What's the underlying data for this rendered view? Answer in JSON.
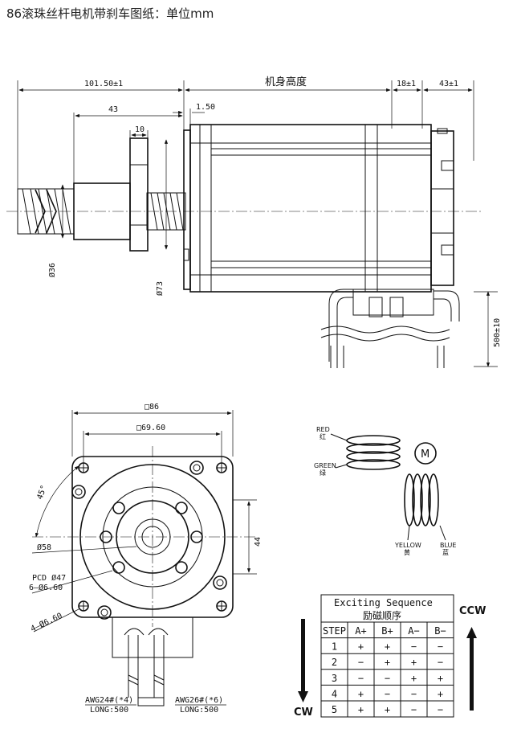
{
  "page_title": "86滚珠丝杆电机带刹车图纸：单位mm",
  "side_view": {
    "dim_total_left": "101.50±1",
    "dim_nut_len": "43",
    "dim_flange": "10",
    "dim_gap": "1.50",
    "dim_body": "机身高度",
    "dim_brake": "18±1",
    "dim_rear": "43±1",
    "dim_dia_nut": "Ø36",
    "dim_dia_flange": "Ø73",
    "dim_lead": "500±10"
  },
  "front_view": {
    "dim_square": "□86",
    "dim_bolt_sq": "□69.60",
    "dim_angle": "45°",
    "dim_pilot": "Ø58",
    "dim_pcd": "PCD Ø47",
    "dim_holes": "6—Ø6.60",
    "dim_mount": "4—Ø6.60",
    "dim_height": "44",
    "wire_left": "AWG24#(*4)",
    "wire_left_len": "LONG:500",
    "wire_right": "AWG26#(*6)",
    "wire_right_len": "LONG:500"
  },
  "wiring": {
    "red": "RED",
    "red_cn": "红",
    "green": "GREEN",
    "green_cn": "绿",
    "yellow": "YELLOW",
    "yellow_cn": "黄",
    "blue": "BLUE",
    "blue_cn": "蓝",
    "motor": "M"
  },
  "sequence": {
    "title": "Exciting Sequence",
    "title_cn": "励磁顺序",
    "ccw": "CCW",
    "cw": "CW",
    "headers": [
      "STEP",
      "A+",
      "B+",
      "A−",
      "B−"
    ],
    "rows": [
      [
        "1",
        "+",
        "+",
        "−",
        "−"
      ],
      [
        "2",
        "−",
        "+",
        "+",
        "−"
      ],
      [
        "3",
        "−",
        "−",
        "+",
        "+"
      ],
      [
        "4",
        "+",
        "−",
        "−",
        "+"
      ],
      [
        "5",
        "+",
        "+",
        "−",
        "−"
      ]
    ]
  }
}
